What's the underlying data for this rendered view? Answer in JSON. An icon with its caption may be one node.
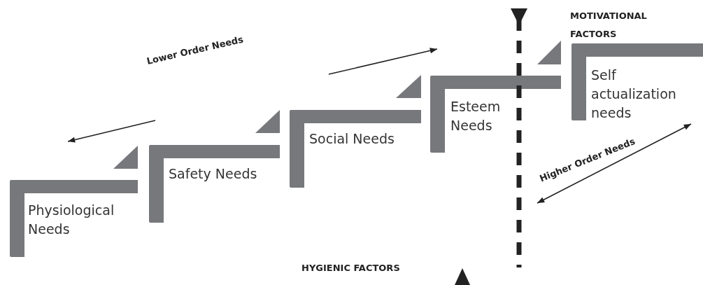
{
  "diagram": {
    "nodes": [
      {
        "text": [
          "Physiological Needs"
        ]
      },
      {
        "text": [
          "Safety Needs"
        ]
      },
      {
        "text": [
          "Social Needs"
        ]
      },
      {
        "text": [
          "Esteem Needs"
        ]
      },
      {
        "text": [
          "Self actualization needs"
        ]
      }
    ],
    "edges": [],
    "labels": [
      "MOTIVATIONAL FACTORS",
      "Lower Order Needs",
      "Higher Order Needs",
      "HYGIENIC FACTORS"
    ]
  }
}
